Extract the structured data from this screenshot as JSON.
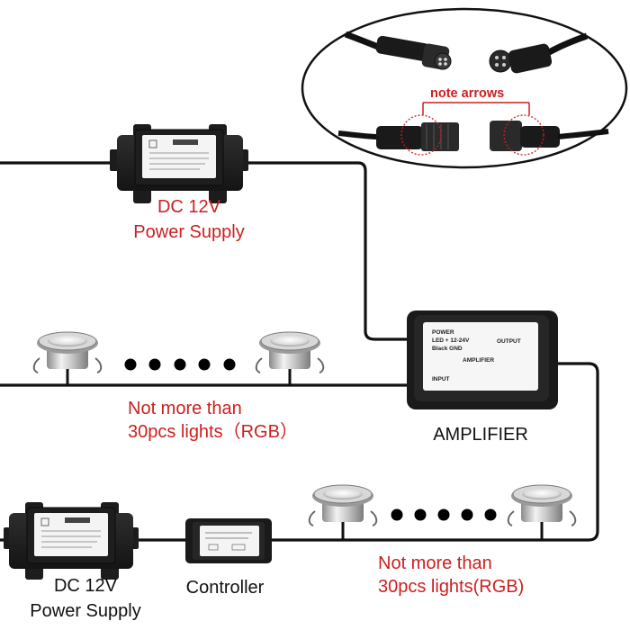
{
  "inset": {
    "note": "note arrows"
  },
  "components": {
    "power_supply_top": {
      "line1": "DC 12V",
      "line2": "Power Supply"
    },
    "power_supply_bottom": {
      "line1": "DC 12V",
      "line2": "Power Supply"
    },
    "controller": {
      "label": "Controller"
    },
    "amplifier": {
      "label": "AMPLIFIER",
      "box_power": "POWER",
      "box_led": "LED  + 12-24V",
      "box_black": "Black  GND",
      "box_title": "AMPLIFIER",
      "box_output": "OUTPUT",
      "box_input": "INPUT"
    }
  },
  "light_groups": {
    "upper": {
      "line1": "Not more than",
      "line2": "30pcs lights（RGB）"
    },
    "lower": {
      "line1": "Not more than",
      "line2": "30pcs lights(RGB)"
    }
  }
}
